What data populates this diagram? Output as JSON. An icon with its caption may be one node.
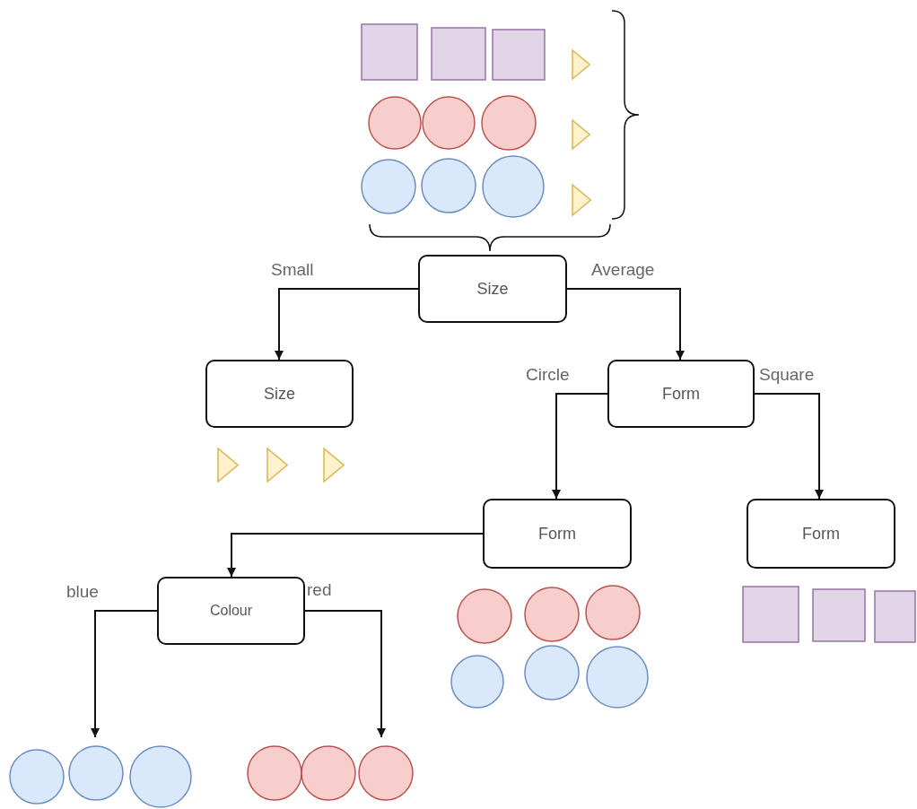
{
  "diagram": {
    "nodes": [
      {
        "text": [
          "Size"
        ]
      },
      {
        "text": [
          "Size"
        ]
      },
      {
        "text": [
          "Form"
        ]
      },
      {
        "text": [
          "Form"
        ]
      },
      {
        "text": [
          "Form"
        ]
      },
      {
        "text": [
          "Colour"
        ]
      },
      {
        "text": [],
        "shape": "circle"
      },
      {
        "text": [],
        "shape": "circle"
      }
    ],
    "edges": [
      {
        "from": 0,
        "to": 1,
        "arrow": "to",
        "label": "Small"
      },
      {
        "from": 0,
        "to": 2,
        "arrow": "to",
        "label": "Average"
      },
      {
        "from": 2,
        "to": 3,
        "arrow": "to",
        "label": "Circle"
      },
      {
        "from": 2,
        "to": 4,
        "arrow": "to",
        "label": "Square"
      },
      {
        "from": 3,
        "to": 5,
        "arrow": "to"
      },
      {
        "from": 5,
        "to": 6,
        "arrow": "to",
        "label": "blue"
      },
      {
        "from": 5,
        "to": 7,
        "arrow": "to",
        "label": "red"
      }
    ]
  }
}
